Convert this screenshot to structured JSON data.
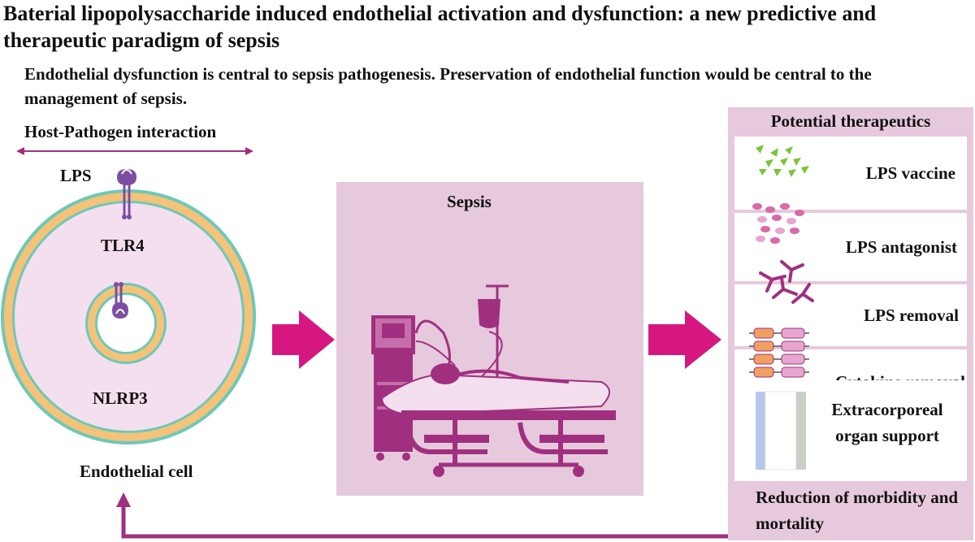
{
  "title": "Baterial lipopolysaccharide induced endothelial activation and dysfunction: a new predictive and therapeutic paradigm of sepsis",
  "subtitle": "Endothelial dysfunction is central to sepsis pathogenesis. Preservation of endothelial function would be central to the management of sepsis.",
  "host_pathogen": "Host-Pathogen interaction",
  "cell": {
    "lps_label": "LPS",
    "tlr4_label": "TLR4",
    "nlrp3_label": "NLRP3",
    "caption": "Endothelial cell"
  },
  "sepsis": {
    "label": "Sepsis"
  },
  "therapeutics": {
    "header": "Potential therapeutics",
    "items": [
      {
        "label": "LPS vaccine",
        "icon": "triangle-particles-icon"
      },
      {
        "label": "LPS antagonist",
        "icon": "oval-particles-icon"
      },
      {
        "label": "LPS removal",
        "icon": "branched-molecules-icon"
      },
      {
        "label": "Cytokine removal",
        "icon": "cytokine-chain-icon"
      },
      {
        "label": "Extracorporeal organ support",
        "icon": "membrane-filter-icon"
      }
    ],
    "footer": "Reduction of morbidity and mortality"
  },
  "colors": {
    "magenta": "#d6177f",
    "purple": "#a0307f",
    "panel": "#e6c9dc",
    "cell_fill": "#f4dfee",
    "membrane_orange": "#f5c27a",
    "membrane_teal": "#6cc9b8",
    "vaccine_green": "#7cc43a",
    "antagonist_pink": "#d96aa8",
    "receptor_purple": "#7c4ea3",
    "cytokine_orange": "#f0a060",
    "cytokine_pink": "#e7a6cf",
    "filter_blue": "#b8c6ea",
    "filter_grey": "#c8cfc4"
  }
}
